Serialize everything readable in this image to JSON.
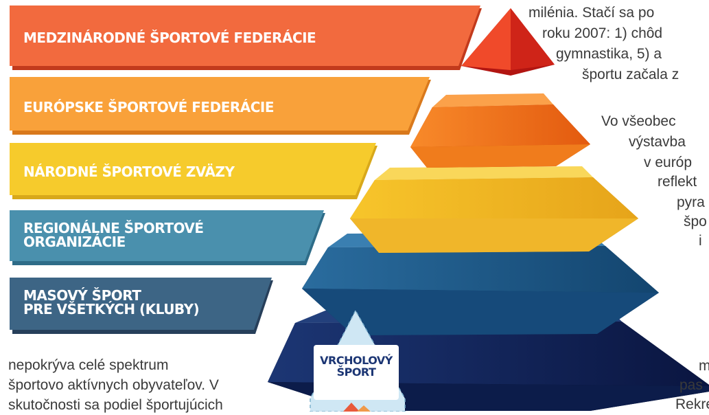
{
  "colors": {
    "red": "#e43a25",
    "orange_top": "#f4711f",
    "orange": "#f9a13a",
    "yellow": "#f5c82a",
    "teal": "#4a90ad",
    "navy": "#3d6585",
    "dark_navy": "#0e1f4f",
    "light_blue": "#cfe7f4"
  },
  "bands": [
    {
      "label_lines": [
        "MEDZINÁRODNÉ ŠPORTOVÉ FEDERÁCIE"
      ]
    },
    {
      "label_lines": [
        "EURÓPSKE ŠPORTOVÉ FEDERÁCIE"
      ]
    },
    {
      "label_lines": [
        "NÁRODNÉ ŠPORTOVÉ ZVÄZY"
      ]
    },
    {
      "label_lines": [
        "REGIONÁLNE ŠPORTOVÉ",
        "ORGANIZÁCIE"
      ]
    },
    {
      "label_lines": [
        "MASOVÝ ŠPORT",
        "PRE VŠETKÝCH (KLUBY)"
      ]
    }
  ],
  "badge": {
    "lines": [
      "VRCHOLOVÝ",
      "ŠPORT"
    ]
  },
  "text_right": [
    "milénia. Stačí sa po",
    "roku 2007: 1) chôd",
    "gymnastika, 5) a",
    "športu začala z",
    "Vo všeobec",
    "výstavba",
    "v  európ",
    "reflekt",
    "pyra",
    "špo",
    "i",
    "m",
    "pas",
    "Rekre"
  ],
  "text_left_bottom": [
    "nepokrýva celé spektrum",
    "športovo aktívnych obyvateľov. V",
    "skutočnosti sa podiel športujúcich"
  ]
}
